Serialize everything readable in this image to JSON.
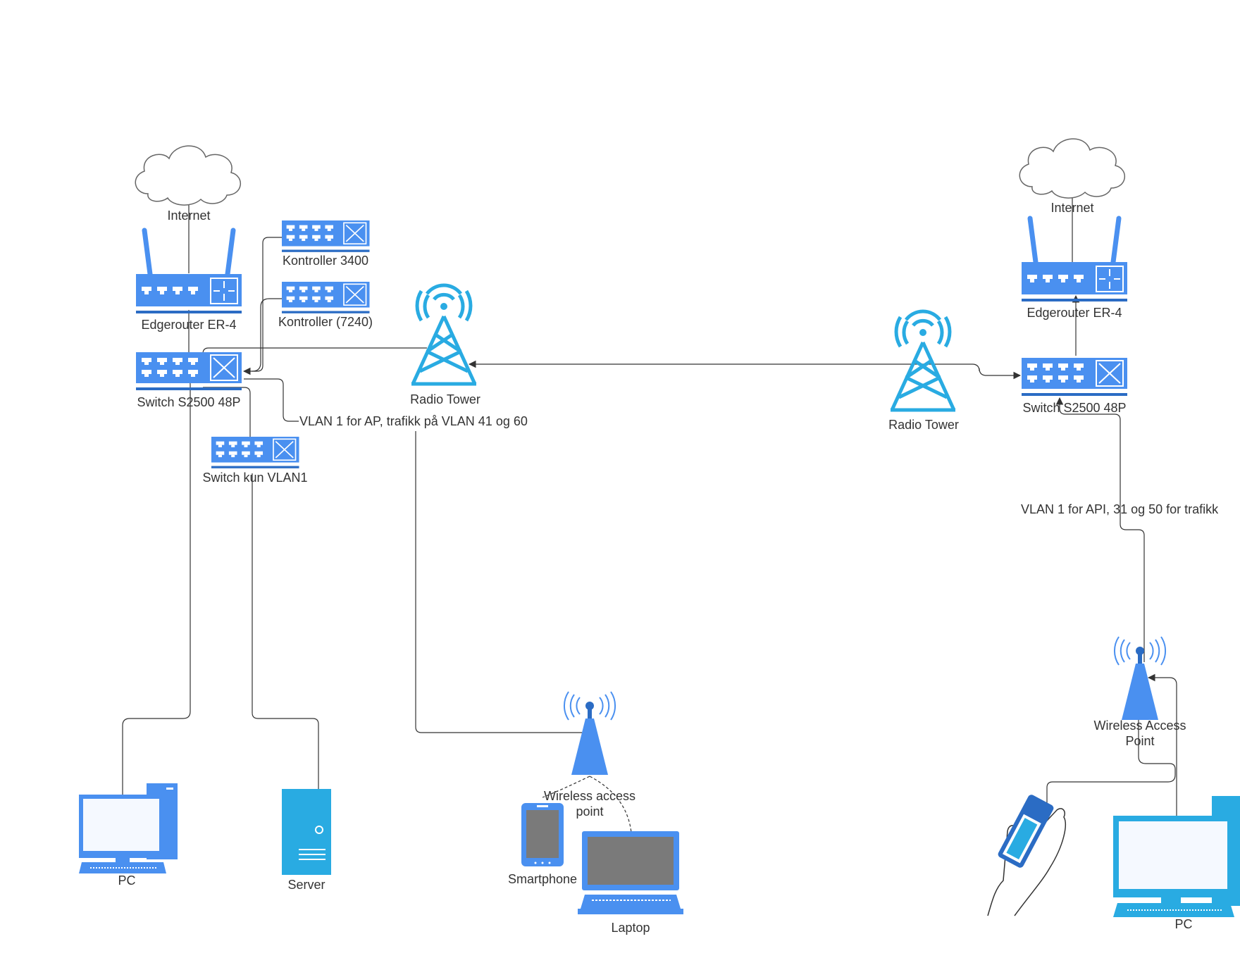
{
  "colors": {
    "device_blue": "#4a90f0",
    "dark_blue": "#2b6cc4",
    "cyan": "#29abe2",
    "screen_grey": "#7a7a7a"
  },
  "left": {
    "internet": "Internet",
    "router": "Edgerouter ER-4",
    "controller_1": "Kontroller 3400",
    "controller_2": "Kontroller (7240)",
    "switch": "Switch S2500 48P",
    "switch_vlan1": "Switch kun VLAN1",
    "tower": "Radio Tower",
    "vlan_note": "VLAN 1 for AP, trafikk på VLAN 41 og 60",
    "pc": "PC",
    "server": "Server",
    "wap_line1": "Wireless access",
    "wap_line2": "point",
    "smartphone": "Smartphone",
    "laptop": "Laptop"
  },
  "right": {
    "internet": "Internet",
    "router": "Edgerouter ER-4",
    "switch": "Switch S2500 48P",
    "tower": "Radio Tower",
    "vlan_note": "VLAN 1 for API, 31 og 50 for trafikk",
    "wap_line1": "Wireless Access",
    "wap_line2": "Point",
    "pc": "PC"
  },
  "icons": [
    "cloud-icon",
    "router-icon",
    "switch-icon",
    "radio-tower-icon",
    "wireless-access-point-icon",
    "desktop-pc-icon",
    "server-icon",
    "smartphone-icon",
    "laptop-icon",
    "handheld-device-icon"
  ]
}
